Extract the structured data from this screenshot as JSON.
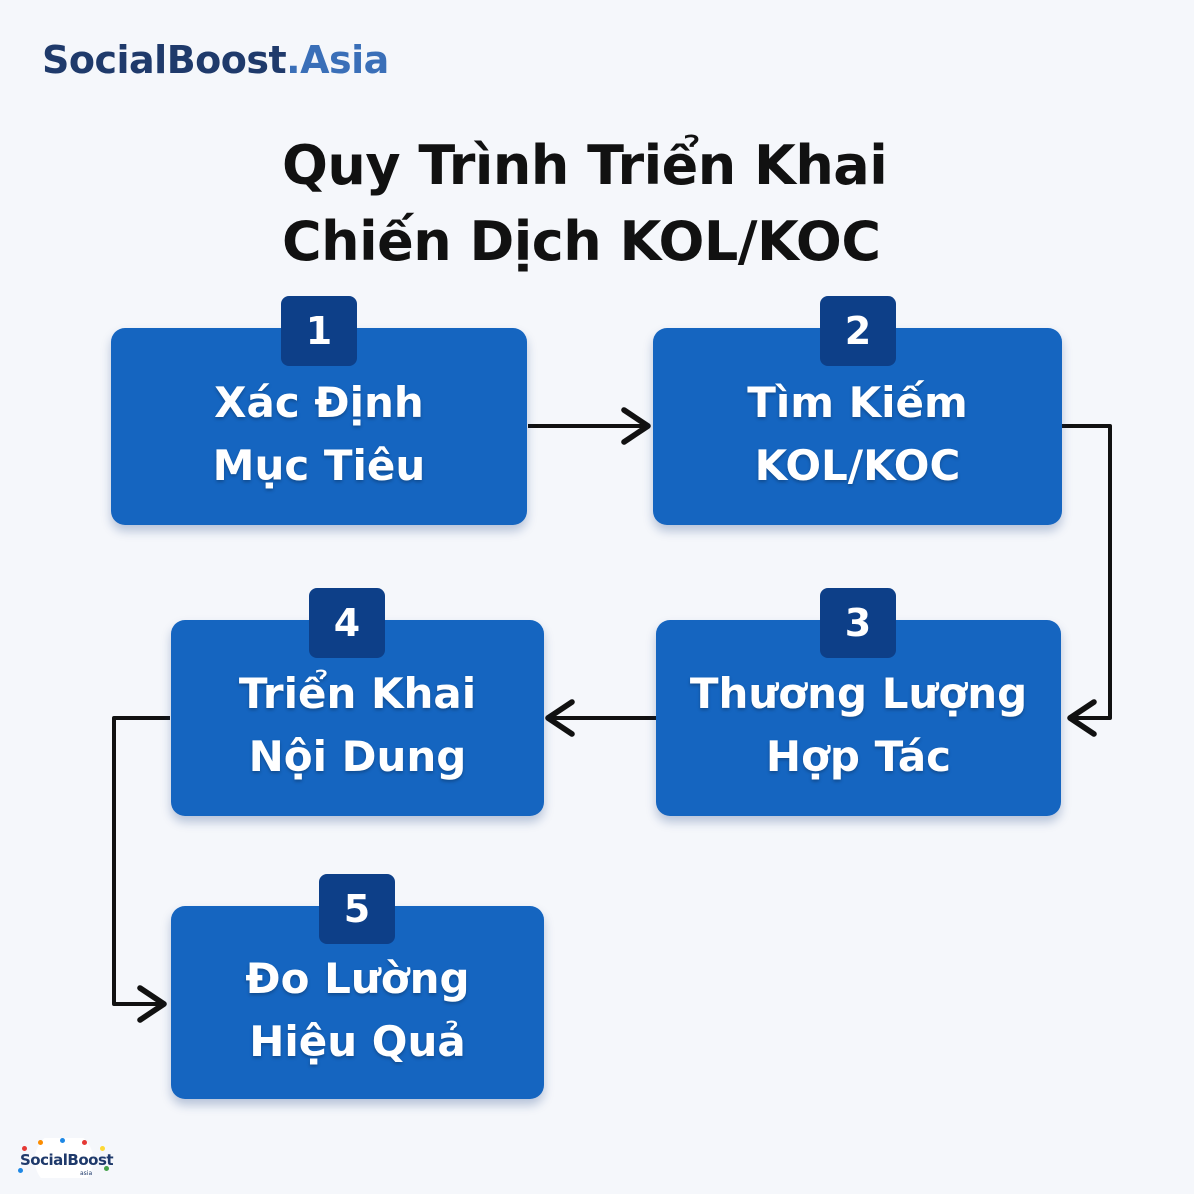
{
  "brand": {
    "name": "SocialBoost",
    "suffix": ".Asia"
  },
  "title": {
    "line1": "Quy Trình Triển Khai",
    "line2": "Chiến Dịch KOL/KOC"
  },
  "steps": [
    {
      "number": "1",
      "line1": "Xác Định",
      "line2": "Mục Tiêu"
    },
    {
      "number": "2",
      "line1": "Tìm Kiếm",
      "line2": "KOL/KOC"
    },
    {
      "number": "3",
      "line1": "Thương Lượng",
      "line2": "Hợp Tác"
    },
    {
      "number": "4",
      "line1": "Triển Khai",
      "line2": "Nội Dung"
    },
    {
      "number": "5",
      "line1": "Đo Lường",
      "line2": "Hiệu Quả"
    }
  ],
  "footer_logo": {
    "name": "SocialBoost",
    "sub": "asia"
  },
  "colors": {
    "box": "#1565c0",
    "badge": "#0d3f88",
    "brand": "#1f3a6b",
    "background": "#f5f7fb"
  }
}
